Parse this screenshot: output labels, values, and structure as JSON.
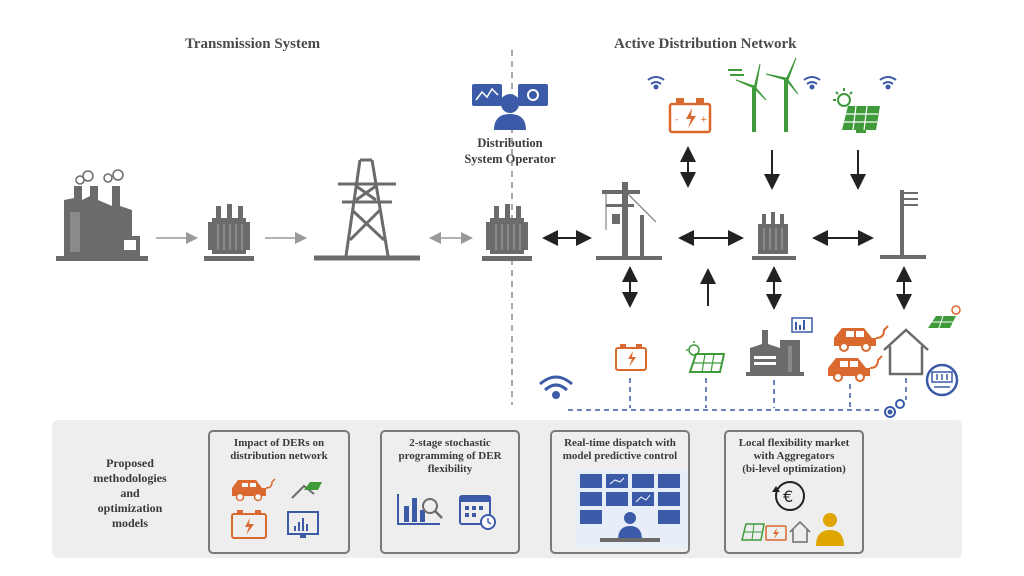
{
  "titles": {
    "transmission": "Transmission System",
    "distribution": "Active Distribution Network"
  },
  "dso": {
    "line1": "Distribution",
    "line2": "System Operator"
  },
  "panel": {
    "label_lines": [
      "Proposed",
      "methodologies",
      "and",
      "optimization",
      "models"
    ],
    "cards": [
      {
        "lines": [
          "Impact of DERs on",
          "distribution network"
        ]
      },
      {
        "lines": [
          "2-stage stochastic",
          "programming of DER",
          "flexibility"
        ]
      },
      {
        "lines": [
          "Real-time dispatch with",
          "model predictive control"
        ]
      },
      {
        "lines": [
          "Local flexibility market",
          "with Aggregators",
          "(bi-level optimization)"
        ]
      }
    ]
  },
  "icons": [
    "factory-icon",
    "transformer-icon",
    "transmission-tower-icon",
    "dso-operator-icon",
    "utility-pole-icon",
    "battery-icon",
    "wind-turbine-icon",
    "solar-panel-icon",
    "street-light-icon",
    "industrial-plant-icon",
    "electric-car-icon",
    "house-icon",
    "smart-meter-icon",
    "wifi-icon",
    "gear-icon",
    "euro-cycle-icon",
    "calendar-clock-icon",
    "monitor-chart-icon",
    "control-room-icon",
    "aggregator-person-icon"
  ],
  "colors": {
    "gray": "#6b6b6b",
    "orange": "#d9692e",
    "green": "#3f9a3a",
    "blue": "#3b5aa8",
    "panel_bg": "#eeeeee",
    "card_border": "#7a7a7a"
  }
}
